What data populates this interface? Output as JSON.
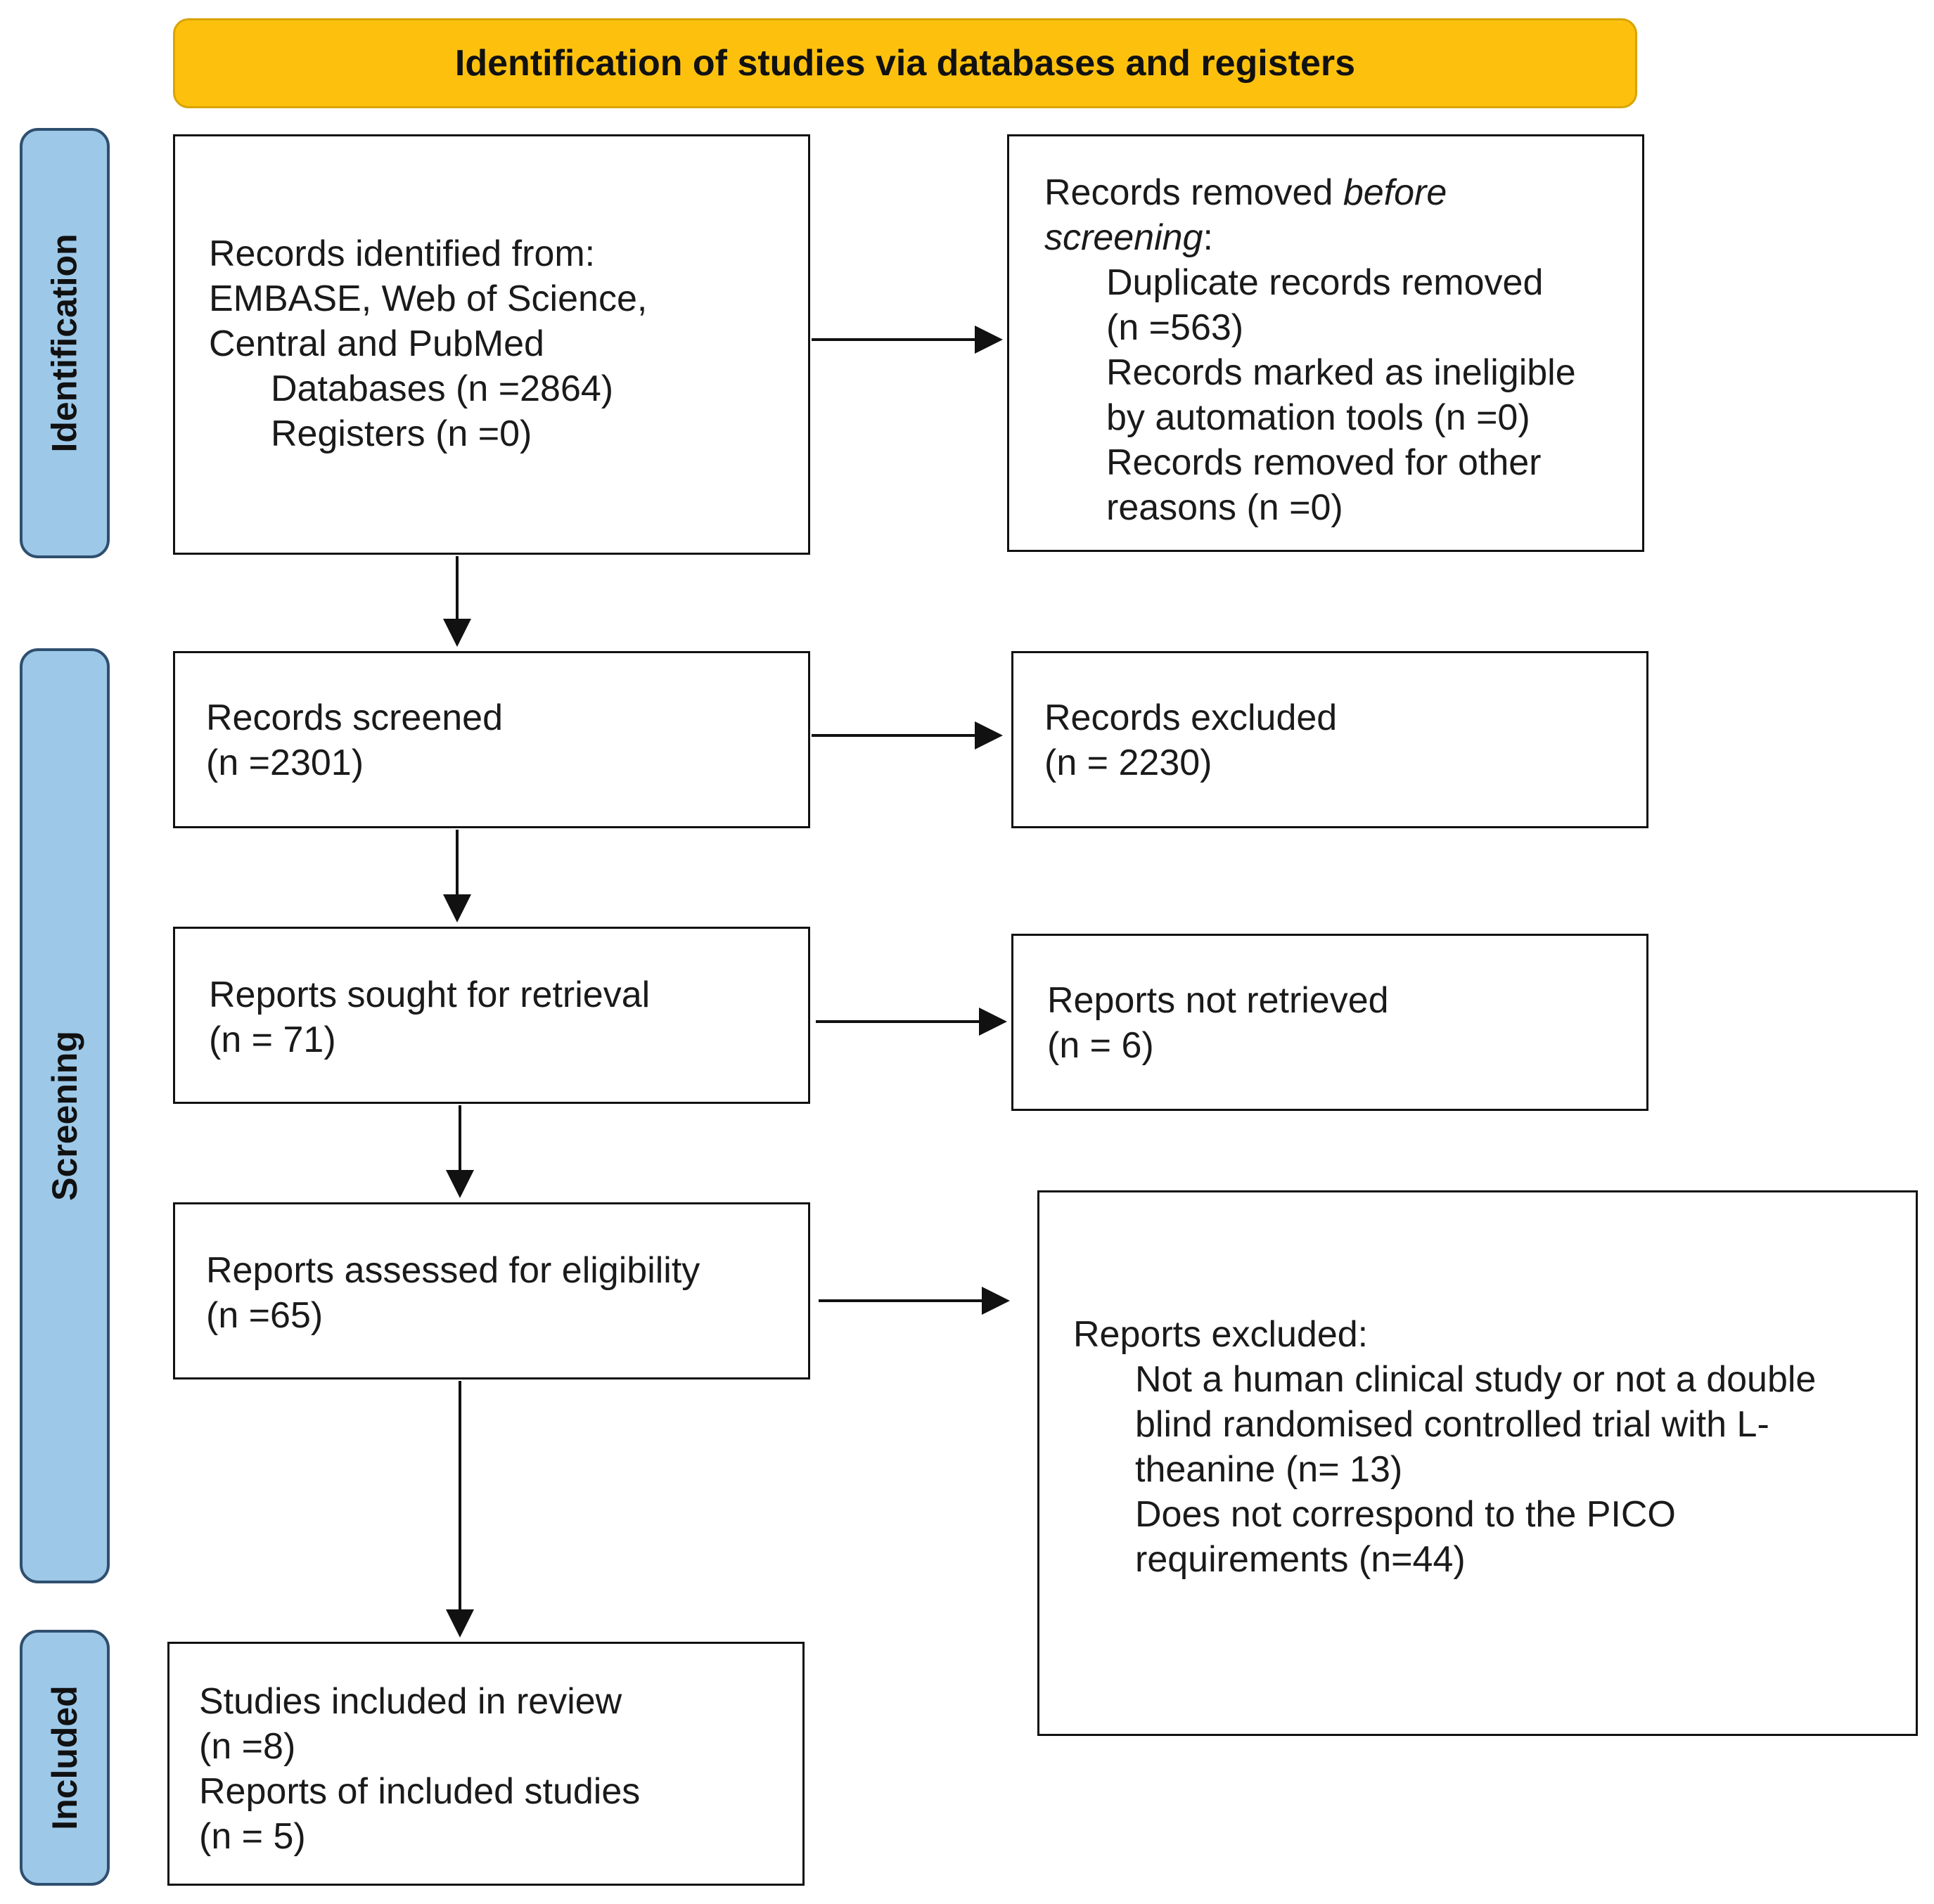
{
  "header": {
    "title": "Identification of studies via databases and registers"
  },
  "phases": {
    "identification": "Identification",
    "screening": "Screening",
    "included": "Included"
  },
  "identified": {
    "line1": "Records identified from:",
    "line2": "EMBASE, Web of Science,",
    "line3": "Central and PubMed",
    "databases": "Databases (n =2864)",
    "registers": "Registers (n =0)"
  },
  "removed": {
    "prefix": "Records removed ",
    "italic1": "before",
    "italic2": "screening",
    "colon": ":",
    "dup1": "Duplicate records removed",
    "dup2": "(n =563)",
    "inel1": "Records marked as ineligible",
    "inel2": "by automation tools (n =0)",
    "other1": "Records removed for other",
    "other2": "reasons (n =0)"
  },
  "screened": {
    "label": "Records screened",
    "count": "(n =2301)"
  },
  "excluded": {
    "label": "Records excluded",
    "count": "(n = 2230)"
  },
  "sought": {
    "label": "Reports sought for retrieval",
    "count": "(n = 71)"
  },
  "not_retrieved": {
    "label": "Reports not retrieved",
    "count": "(n = 6)"
  },
  "assessed": {
    "label": "Reports assessed for eligibility",
    "count": "(n =65)"
  },
  "reports_excluded": {
    "title": "Reports excluded:",
    "r1a": "Not a human clinical study or not a double",
    "r1b": "blind randomised controlled trial with L-",
    "r1c": "theanine (n= 13)",
    "r2a": "Does not correspond to the PICO",
    "r2b": "requirements (n=44)"
  },
  "included": {
    "studies": "Studies included in review",
    "studies_count": "(n =8)",
    "reports": "Reports of included studies",
    "reports_count": "(n = 5)"
  }
}
